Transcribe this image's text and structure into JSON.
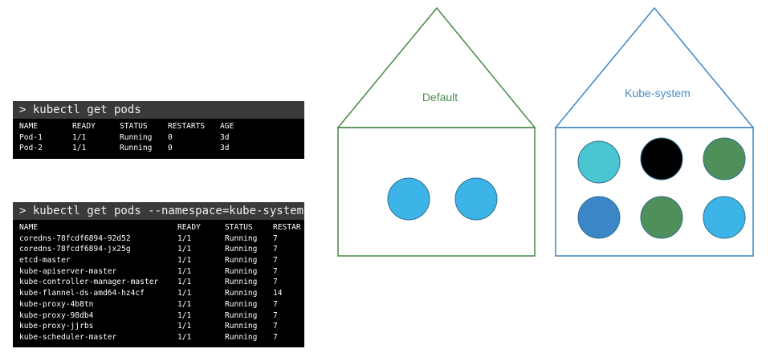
{
  "terminal1": {
    "command": "> kubectl get pods",
    "headers": [
      "NAME",
      "READY",
      "STATUS",
      "RESTARTS",
      "AGE"
    ],
    "rows": [
      [
        "Pod-1",
        "1/1",
        "Running",
        "0",
        "3d"
      ],
      [
        "Pod-2",
        "1/1",
        "Running",
        "0",
        "3d"
      ]
    ]
  },
  "terminal2": {
    "command": "> kubectl get pods --namespace=kube-system",
    "headers": [
      "NAME",
      "READY",
      "STATUS",
      "RESTAR"
    ],
    "rows": [
      [
        "coredns-78fcdf6894-92d52",
        "1/1",
        "Running",
        "7"
      ],
      [
        "coredns-78fcdf6894-jx25g",
        "1/1",
        "Running",
        "7"
      ],
      [
        "etcd-master",
        "1/1",
        "Running",
        "7"
      ],
      [
        "kube-apiserver-master",
        "1/1",
        "Running",
        "7"
      ],
      [
        "kube-controller-manager-master",
        "1/1",
        "Running",
        "7"
      ],
      [
        "kube-flannel-ds-amd64-hz4cf",
        "1/1",
        "Running",
        "14"
      ],
      [
        "kube-proxy-4b8tn",
        "1/1",
        "Running",
        "7"
      ],
      [
        "kube-proxy-98db4",
        "1/1",
        "Running",
        "7"
      ],
      [
        "kube-proxy-jjrbs",
        "1/1",
        "Running",
        "7"
      ],
      [
        "kube-scheduler-master",
        "1/1",
        "Running",
        "7"
      ]
    ]
  },
  "namespaces": {
    "default": {
      "label": "Default",
      "color": "#4e8f4e",
      "pods": [
        "#3db4e8",
        "#3db4e8"
      ]
    },
    "kube_system": {
      "label": "Kube-system",
      "color": "#4a8ac2",
      "pods": [
        "#4ac6d2",
        "#000000",
        "#4e8f5a",
        "#3b86c6",
        "#4e8f5a",
        "#3db4e8"
      ]
    }
  }
}
